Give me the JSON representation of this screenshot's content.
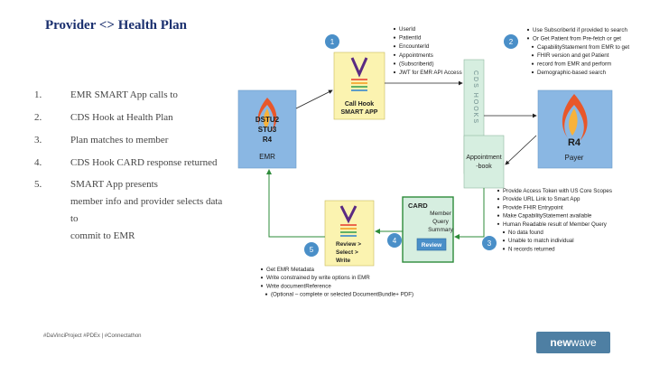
{
  "title": "Provider <> Health Plan",
  "steps": [
    {
      "num": "1.",
      "lines": [
        "EMR SMART App calls to"
      ]
    },
    {
      "num": "2.",
      "lines": [
        "CDS Hook at Health Plan"
      ]
    },
    {
      "num": "3.",
      "lines": [
        "Plan matches to member"
      ]
    },
    {
      "num": "4.",
      "lines": [
        "CDS Hook CARD response returned"
      ]
    },
    {
      "num": "5.",
      "lines": [
        "SMART App presents",
        "member info and provider selects data",
        "to",
        "commit to EMR"
      ]
    }
  ],
  "footer": "#DaVinciProject #PDEx | #Connectathon",
  "brand": {
    "part1": "new",
    "part2": "wave"
  },
  "diagram": {
    "emr": {
      "versions": [
        "DSTU2",
        "STU3",
        "R4"
      ],
      "label": "EMR"
    },
    "payer": {
      "version": "R4",
      "label": "Payer"
    },
    "callhook": {
      "lines": [
        "Call Hook",
        "SMART APP"
      ]
    },
    "cds_hooks_label": "CDS HOOKS",
    "appointment": {
      "lines": [
        "Appointment",
        "-book"
      ]
    },
    "card": {
      "title": "CARD",
      "lines": [
        "Member",
        "Query",
        "Summary"
      ],
      "button": "Review"
    },
    "smartapp": {
      "lines": [
        "Review >",
        "Select >",
        "Write"
      ]
    },
    "badges": [
      "1",
      "2",
      "3",
      "4",
      "5"
    ],
    "bullets1": [
      "UserId",
      "PatientId",
      "EncounterId",
      "Appointments",
      "(Subscriberid)",
      "JWT for EMR API Access"
    ],
    "bullets2": [
      {
        "t": "Use SubscriberId if provided to search",
        "sub": false
      },
      {
        "t": "Or Get Patient from Pre-fetch or get",
        "sub": false
      },
      {
        "t": "CapabilityStatement from EMR to get",
        "sub": true
      },
      {
        "t": "FHIR version and get Patient",
        "sub": true
      },
      {
        "t": "record from EMR and perform",
        "sub": true
      },
      {
        "t": "Demographic-based search",
        "sub": true
      }
    ],
    "bullets3": [
      {
        "t": "Provide Access Token with US Core Scopes",
        "sub": false
      },
      {
        "t": "Provide URL Link to Smart App",
        "sub": false
      },
      {
        "t": "Provide FHIR Entrypoint",
        "sub": false
      },
      {
        "t": "Make CapabilityStatement available",
        "sub": false
      },
      {
        "t": "Human Readable result of Member Query",
        "sub": false
      },
      {
        "t": "No data found",
        "sub": true
      },
      {
        "t": "Unable to match individual",
        "sub": true
      },
      {
        "t": "N records returned",
        "sub": true
      }
    ],
    "bullets5": [
      {
        "t": "Get EMR Metadata",
        "sub": false
      },
      {
        "t": "Write constrained by write options in EMR",
        "sub": false
      },
      {
        "t": "Write documentReference",
        "sub": false
      },
      {
        "t": "(Optional – complete or selected DocumentBundle+ PDF)",
        "sub": true
      }
    ]
  }
}
